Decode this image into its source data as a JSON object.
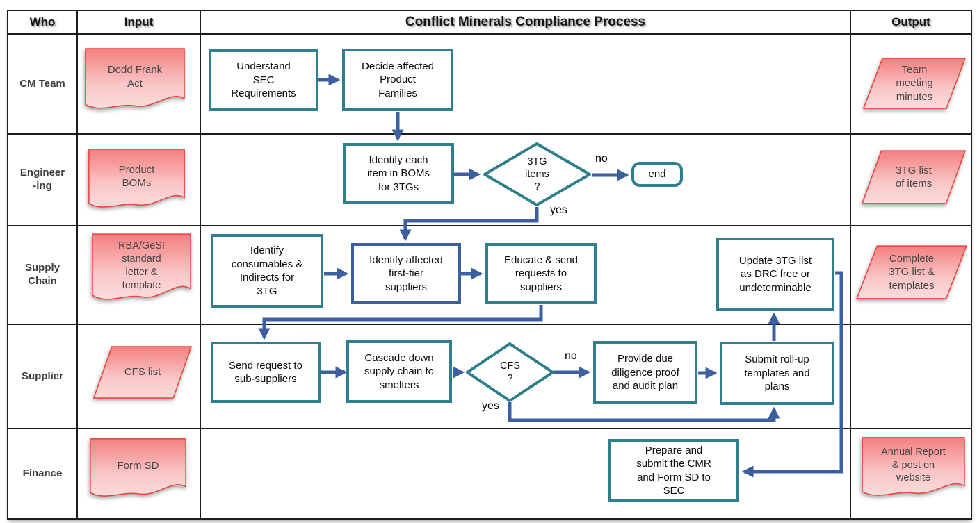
{
  "header": {
    "who": "Who",
    "input": "Input",
    "process_title": "Conflict Minerals Compliance Process",
    "output": "Output"
  },
  "lanes": {
    "cm_team": "CM Team",
    "engineering": "Engineer\n-ing",
    "supply_chain": "Supply\nChain",
    "supplier": "Supplier",
    "finance": "Finance"
  },
  "inputs": {
    "dodd_frank": "Dodd Frank\nAct",
    "product_boms": "Product\nBOMs",
    "rba_gesi": "RBA/GeSI\nstandard\nletter &\ntemplate",
    "cfs_list": "CFS list",
    "form_sd": "Form SD"
  },
  "nodes": {
    "understand_sec": "Understand\nSEC\nRequirements",
    "decide_families": "Decide affected\nProduct\nFamilies",
    "identify_items": "Identify each\nitem in BOMs\nfor 3TGs",
    "tg_items_q": "3TG\nitems\n?",
    "end": "end",
    "identify_consumables": "Identify\nconsumables &\nIndirects for\n3TG",
    "identify_first_tier": "Identify affected\nfirst-tier\nsuppliers",
    "educate_send": "Educate & send\nrequests to\nsuppliers",
    "update_3tg": "Update 3TG list\nas DRC free or\nundeterminable",
    "send_request": "Send request to\nsub-suppliers",
    "cascade_down": "Cascade down\nsupply chain to\nsmelters",
    "cfs_q": "CFS\n?",
    "provide_due": "Provide due\ndiligence proof\nand audit plan",
    "submit_rollup": "Submit roll-up\ntemplates and\nplans",
    "prepare_submit": "Prepare and\nsubmit the CMR\nand Form SD to\nSEC"
  },
  "edge_labels": {
    "tg_no": "no",
    "tg_yes": "yes",
    "cfs_no": "no",
    "cfs_yes": "yes"
  },
  "outputs": {
    "team_minutes": "Team\nmeeting\nminutes",
    "tg_list": "3TG list\nof items",
    "complete_3tg": "Complete\n3TG list &\ntemplates",
    "annual_report": "Annual Report\n& post on\nwebsite"
  },
  "colors": {
    "teal_border": "#2E7E8E",
    "blue_accent": "#3C5FA0",
    "doc_border": "#E9423E",
    "doc_fill": "#F9C6C6",
    "grid_line": "#1C1C1C"
  }
}
